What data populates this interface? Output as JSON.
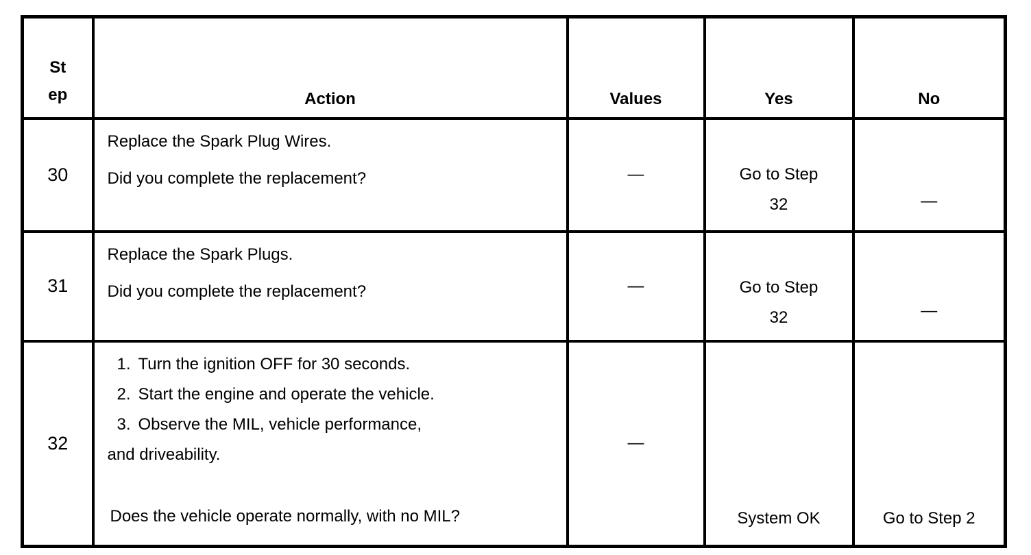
{
  "colors": {
    "background": "#ffffff",
    "border": "#000000",
    "text": "#000000"
  },
  "table": {
    "columns": {
      "step_lines": [
        "St",
        "ep"
      ],
      "action": "Action",
      "values": "Values",
      "yes": "Yes",
      "no": "No"
    },
    "rows": [
      {
        "step": "30",
        "action_lines": [
          "Replace the Spark Plug Wires.",
          "Did you complete the replacement?"
        ],
        "values": "—",
        "yes_lines": [
          "Go to Step",
          "32"
        ],
        "no": "—"
      },
      {
        "step": "31",
        "action_lines": [
          "Replace the Spark Plugs.",
          "Did you complete the replacement?"
        ],
        "values": "—",
        "yes_lines": [
          "Go to Step",
          "32"
        ],
        "no": "—"
      },
      {
        "step": "32",
        "action_list": [
          {
            "num": "1.",
            "text": "Turn the ignition OFF for 30 seconds."
          },
          {
            "num": "2.",
            "text": "Start the engine and operate the vehicle."
          },
          {
            "num": "3.",
            "text": "Observe the MIL, vehicle performance,"
          }
        ],
        "action_wrap": "and driveability.",
        "action_question": "Does the vehicle operate normally, with no MIL?",
        "values": "—",
        "yes": "System OK",
        "no": "Go to Step 2"
      }
    ]
  }
}
